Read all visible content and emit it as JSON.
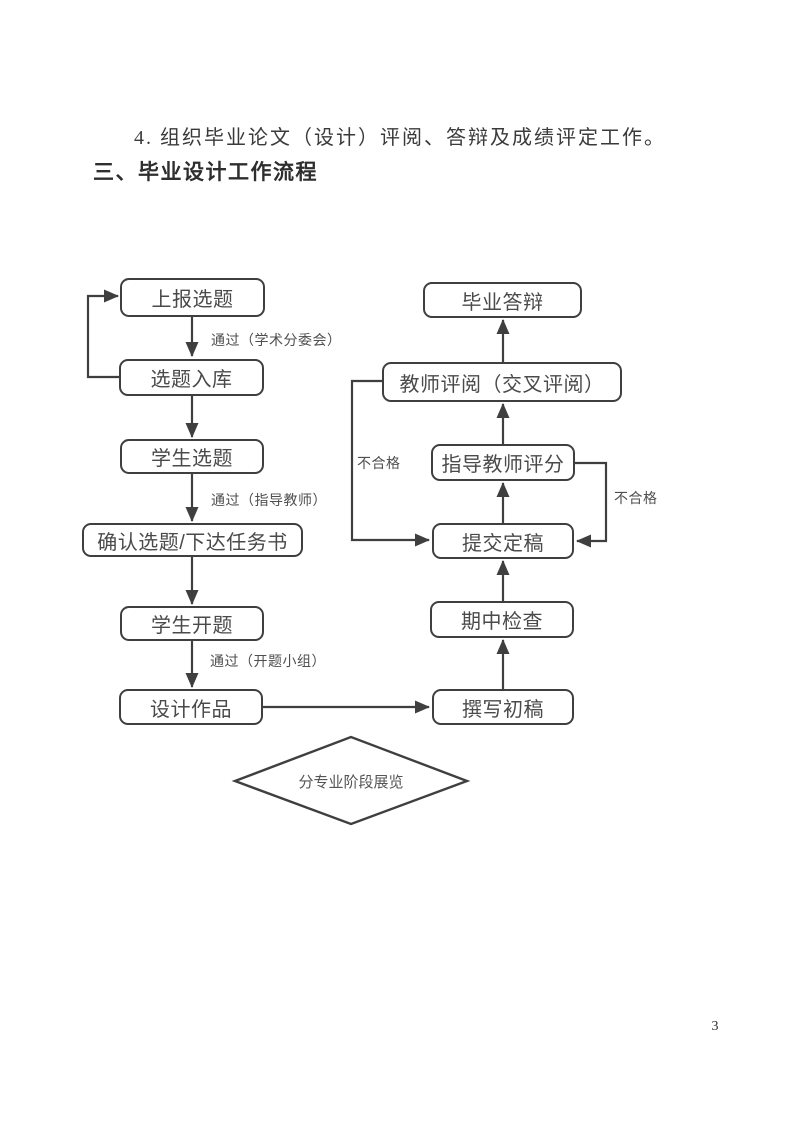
{
  "document": {
    "body_text": "4. 组织毕业论文（设计）评阅、答辩及成绩评定工作。",
    "heading": "三、毕业设计工作流程",
    "page_number": "3"
  },
  "flowchart": {
    "nodes": [
      {
        "id": "report-topic",
        "label": "上报选题"
      },
      {
        "id": "topic-into-database",
        "label": "选题入库"
      },
      {
        "id": "student-select-topic",
        "label": "学生选题"
      },
      {
        "id": "confirm-topic-task",
        "label": "确认选题/下达任务书"
      },
      {
        "id": "student-proposal",
        "label": "学生开题"
      },
      {
        "id": "design-work",
        "label": "设计作品"
      },
      {
        "id": "graduation-defense",
        "label": "毕业答辩"
      },
      {
        "id": "teacher-cross-review",
        "label": "教师评阅（交叉评阅）"
      },
      {
        "id": "advisor-scoring",
        "label": "指导教师评分"
      },
      {
        "id": "submit-final-draft",
        "label": "提交定稿"
      },
      {
        "id": "midterm-check",
        "label": "期中检查"
      },
      {
        "id": "write-first-draft",
        "label": "撰写初稿"
      }
    ],
    "decision": {
      "id": "stage-exhibition",
      "label": "分专业阶段展览"
    },
    "edge_labels": [
      {
        "id": "pass-academic-subcommittee",
        "label": "通过（学术分委会）"
      },
      {
        "id": "pass-advisor",
        "label": "通过（指导教师）"
      },
      {
        "id": "pass-proposal-group",
        "label": "通过（开题小组）"
      },
      {
        "id": "fail-left",
        "label": "不合格"
      },
      {
        "id": "fail-right",
        "label": "不合格"
      }
    ],
    "colors": {
      "line": "#3f3f3f",
      "node_text": "#4a4a4a",
      "background": "#ffffff"
    }
  }
}
